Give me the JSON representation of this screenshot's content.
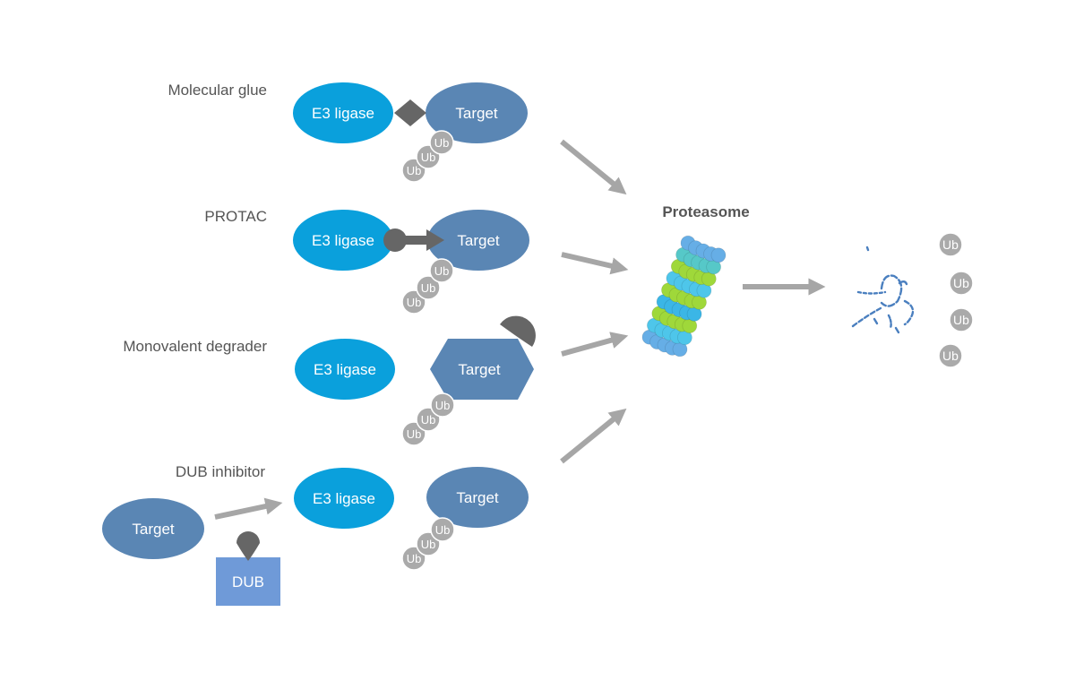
{
  "labels": {
    "molecular_glue": "Molecular glue",
    "protac": "PROTAC",
    "monovalent": "Monovalent degrader",
    "dub_inhibitor": "DUB inhibitor",
    "proteasome": "Proteasome"
  },
  "nodes": {
    "e3": "E3 ligase",
    "target": "Target",
    "dub": "DUB",
    "ub": "Ub"
  },
  "colors": {
    "e3": "#0aa0dc",
    "target": "#5a86b4",
    "dub": "#6f9ad8",
    "ub": "#aaaaaa",
    "arrow": "#a6a6a6",
    "ligand": "#666666",
    "peptide": "#4a7fbf"
  }
}
